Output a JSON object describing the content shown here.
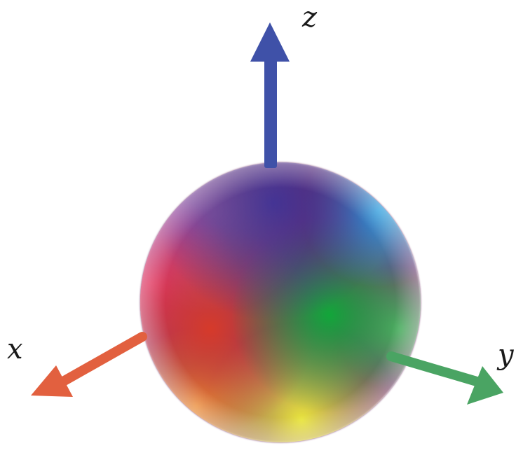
{
  "axes": {
    "x": {
      "label": "x",
      "color": "#e2603f"
    },
    "y": {
      "label": "y",
      "color": "#4aa463"
    },
    "z": {
      "label": "z",
      "color": "#3f51a8"
    }
  },
  "sphere": {
    "colors": {
      "top": "#3b2a8f",
      "upper_right": "#22a8e6",
      "right": "#12a63a",
      "bottom": "#e8e43c",
      "bottom_left": "#f0a030",
      "left": "#e32d6e",
      "center_low": "#d63a2a"
    }
  }
}
